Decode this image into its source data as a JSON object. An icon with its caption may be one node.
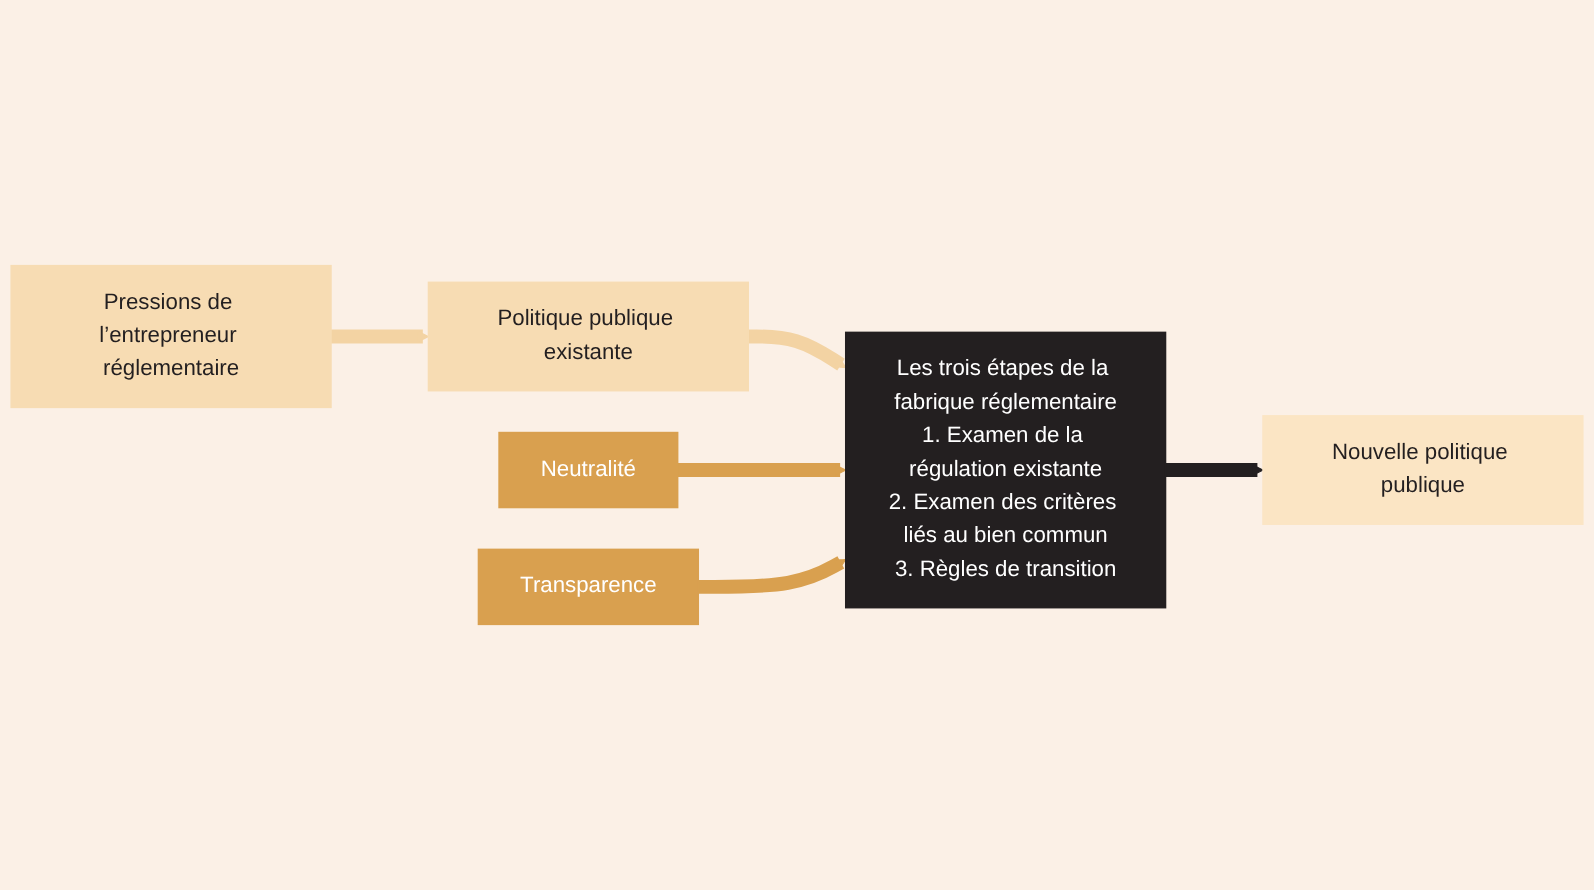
{
  "diagram": {
    "nodes": [
      {
        "text": [
          "Pressions de l’entrepreneur réglementaire"
        ]
      },
      {
        "text": [
          "Politique publique existante"
        ]
      },
      {
        "text": [
          "Les trois étapes de la fabrique réglementaire",
          "1. Examen de la régulation existante",
          "2. Examen des critères liés au bien commun",
          "3. Règles de transition"
        ]
      },
      {
        "text": [
          "Nouvelle politique publique"
        ]
      },
      {
        "text": [
          "Neutralité"
        ]
      },
      {
        "text": [
          "Transparence"
        ]
      }
    ],
    "edges": [
      {
        "from": 0,
        "to": 1,
        "arrow": "to",
        "color": "#f3d3a3"
      },
      {
        "from": 1,
        "to": 2,
        "arrow": "to",
        "color": "#f3d3a3"
      },
      {
        "from": 2,
        "to": 3,
        "arrow": "to",
        "color": "#231f20"
      },
      {
        "from": 4,
        "to": 2,
        "arrow": "to",
        "color": "#d9a04f"
      },
      {
        "from": 5,
        "to": 2,
        "arrow": "to",
        "color": "#d9a04f"
      }
    ]
  }
}
